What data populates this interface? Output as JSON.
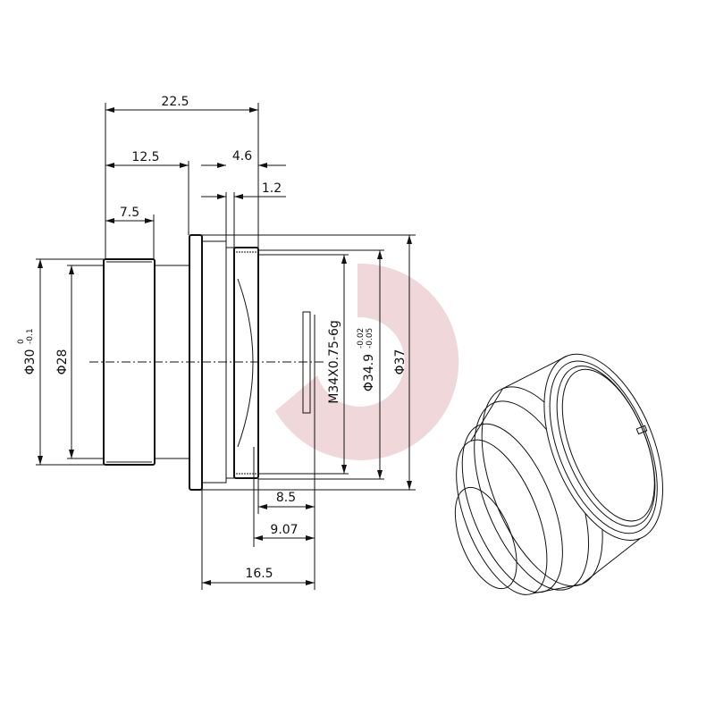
{
  "drawing": {
    "dimensions": {
      "overall_length": "22.5",
      "body_length": "12.5",
      "thread_length": "4.6",
      "groove_width": "1.2",
      "front_barrel_length": "7.5",
      "outer_diameter_front": "Φ30",
      "outer_diameter_front_tol_upper": "0",
      "outer_diameter_front_tol_lower": "-0.1",
      "inner_diameter_front": "Φ28",
      "thread_spec": "M34X0.75-6g",
      "mount_diameter": "Φ34.9",
      "mount_diameter_tol_upper": "-0.02",
      "mount_diameter_tol_lower": "-0.05",
      "flange_diameter": "Φ37",
      "flange_to_sensor": "8.5",
      "flange_to_slot": "9.07",
      "rear_length": "16.5"
    },
    "colors": {
      "line": "#111111",
      "watermark": "#e9c9cd"
    }
  }
}
